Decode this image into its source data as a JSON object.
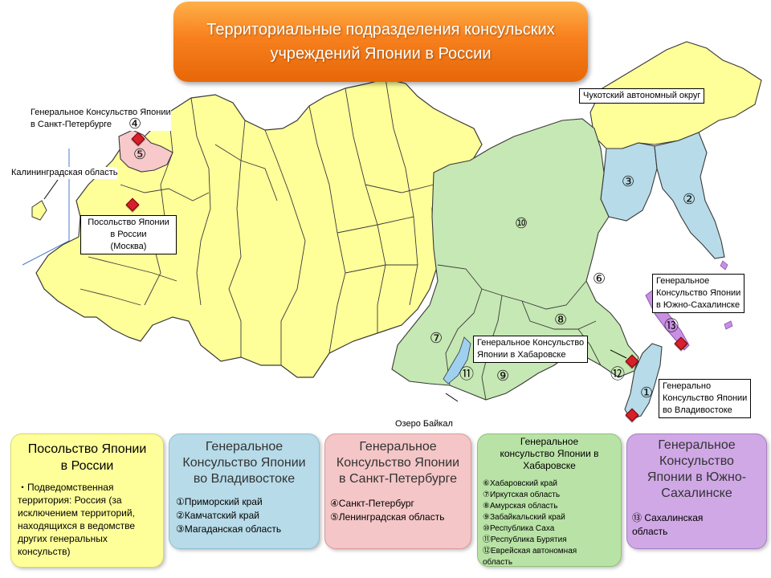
{
  "title": "Территориальные подразделения консульских\nучреждений Японии в России",
  "map": {
    "regions": [
      {
        "name": "European Russia & Siberia (Embassy)",
        "color": "#ffff9a",
        "group": "moscow"
      },
      {
        "name": "St. Petersburg / Leningrad",
        "color": "#f7c9cb",
        "group": "spb"
      },
      {
        "name": "Chukotka",
        "color": "#ffff9a",
        "group": "moscow"
      },
      {
        "name": "Vladivostok district",
        "color": "#b7dbe8",
        "group": "vlad"
      },
      {
        "name": "Khabarovsk district",
        "color": "#c6e8b4",
        "group": "khab"
      },
      {
        "name": "Sakhalin",
        "color": "#d09ee6",
        "group": "sakh"
      }
    ],
    "border_color": "#3a3a3a"
  },
  "callouts": {
    "spb_consulate": "Генеральное Консульство Японии\nв Санкт-Петербурге",
    "kaliningrad": "Калининградская область",
    "moscow_embassy": "Посольство Японии\nв России\n(Москва)",
    "chukotka": "Чукотский автономный округ",
    "sakhalin_consulate": "Генеральное\nКонсульство Японии\nв Южно-Сахалинске",
    "khabarovsk_consulate": "Генеральное Консульство\nЯпонии в Хабаровске",
    "vladivostok_consulate": "Генерально\nКонсульство Японии\nво Владивостоке",
    "baikal": "Озеро Байкал"
  },
  "numbers": {
    "n1": "①",
    "n2": "②",
    "n3": "③",
    "n4": "④",
    "n5": "⑤",
    "n6": "⑥",
    "n7": "⑦",
    "n8": "⑧",
    "n9": "⑨",
    "n10": "⑩",
    "n11": "⑪",
    "n12": "⑫",
    "n13": "⑬"
  },
  "legend": {
    "moscow": {
      "title": "Посольство Японии\nв России",
      "body": "・Подведомственная\nтерритория: Россия (за\nисключением территорий,\nнаходящихся в ведомстве\nдругих генеральных\nконсульств)",
      "color": "#ffff9a"
    },
    "vladivostok": {
      "title": "Генеральное\nКонсульство Японии\nво Владивостоке",
      "items": [
        "①Приморский край",
        "②Камчатский край",
        "③Магаданская область"
      ],
      "color": "#b7dbe8"
    },
    "spb": {
      "title": "Генеральное\nКонсульство Японии\nв Санкт-Петербурге",
      "items": [
        "④Санкт-Петербург",
        "⑤Ленинградская область"
      ],
      "color": "#f4c6c7"
    },
    "khabarovsk": {
      "title": "Генеральное\nконсульство Японии в\nХабаровске",
      "items": [
        "⑥Хабаровский край",
        "⑦Иркутская область",
        "⑧Амурская область",
        "⑨Забайкальский край",
        "⑩Республика Саха",
        "⑪Республика Бурятия",
        "⑫Еврейская автономная",
        "область"
      ],
      "color": "#b9e3a6"
    },
    "sakhalin": {
      "title": "Генеральное\nКонсульство\nЯпонии в Южно-\nСахалинске",
      "items": [
        "⑬ Сахалинская\nобласть"
      ],
      "color": "#d0a8e6"
    }
  }
}
